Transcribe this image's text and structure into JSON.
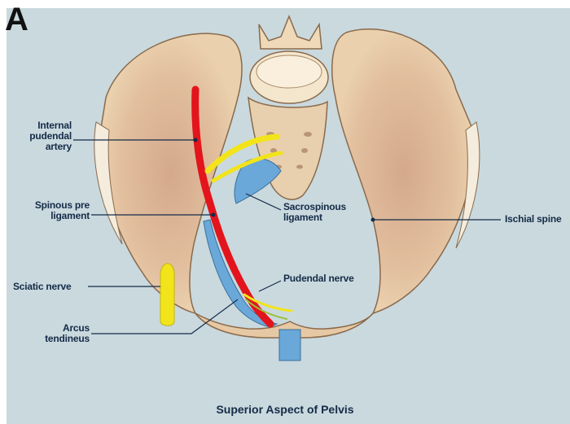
{
  "panel_label": "A",
  "caption": "Superior Aspect of Pelvis",
  "labels": {
    "internal_pudendal_artery": "Internal pudendal artery",
    "spinous_pre_ligament": "Spinous pre ligament",
    "sciatic_nerve": "Sciatic nerve",
    "arcus_tendineus": "Arcus tendineus",
    "sacrospinous_ligament": "Sacrospinous ligament",
    "pudendal_nerve": "Pudendal nerve",
    "ischial_spine": "Ischial spine"
  },
  "colors": {
    "background": "#c9d9de",
    "bone": "#e6c9a4",
    "bone_outline": "#8a6a4c",
    "artery": "#e3141b",
    "nerve": "#f2e41a",
    "ligament": "#6aa8d9",
    "label_text": "#152b47"
  }
}
